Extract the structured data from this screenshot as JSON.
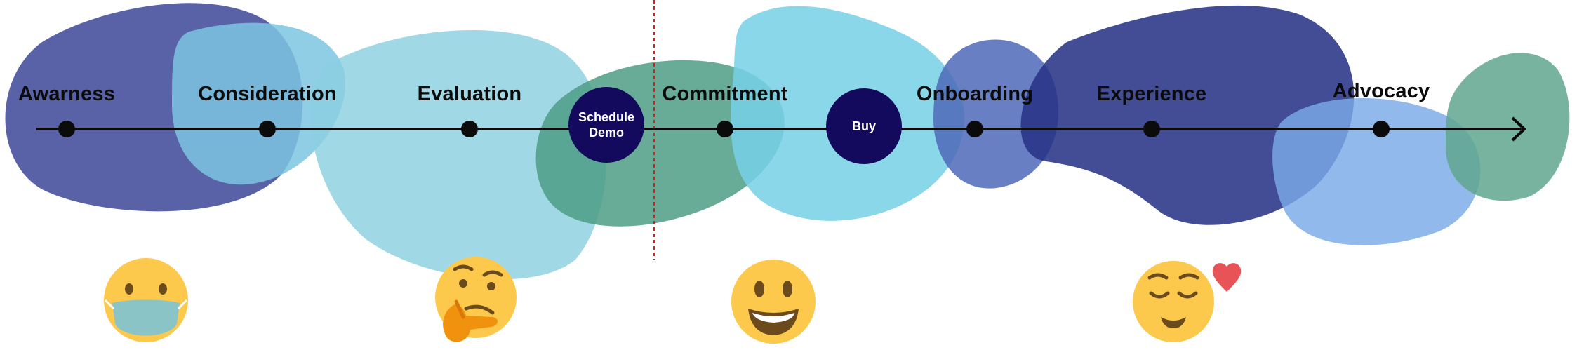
{
  "stages": [
    {
      "label": "Awarness"
    },
    {
      "label": "Consideration"
    },
    {
      "label": "Evaluation"
    },
    {
      "label": "Commitment"
    },
    {
      "label": "Onboarding"
    },
    {
      "label": "Experience"
    },
    {
      "label": "Advocacy"
    }
  ],
  "milestones": [
    {
      "label": "Schedule\nDemo"
    },
    {
      "label": "Buy"
    }
  ],
  "emotions": [
    {
      "icon": "mask-face-icon"
    },
    {
      "icon": "thinking-face-icon"
    },
    {
      "icon": "grinning-face-icon"
    },
    {
      "icon": "relieved-face-icon"
    },
    {
      "icon": "heart-icon"
    }
  ],
  "colors": {
    "navy_blob": "#3c4696",
    "light_cyan_blob": "#7dc6e0",
    "pale_cyan_blob": "#8ccfe0",
    "green_blob": "#4e9e86",
    "sky_blob": "#77d0e6",
    "mid_blue_blob": "#4d68b8",
    "dark_navy_blob": "#283487",
    "light_blue_blob": "#7aaae8",
    "teal_green_blob": "#5fa68e",
    "milestone_fill": "#130a5e",
    "divider": "#d41f1f",
    "face_yellow": "#fcc94d",
    "heart_red": "#e85358"
  }
}
